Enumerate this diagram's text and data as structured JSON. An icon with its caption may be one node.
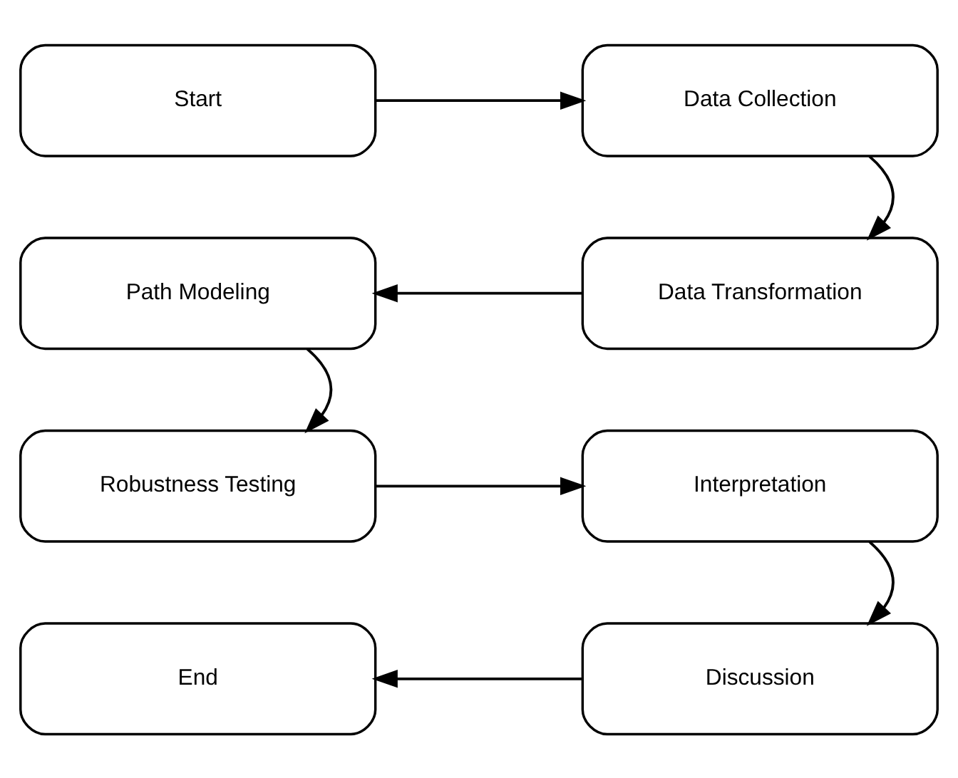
{
  "diagram": {
    "nodes": [
      {
        "text": [
          "Start"
        ]
      },
      {
        "text": [
          "Data Collection"
        ]
      },
      {
        "text": [
          "Data Transformation"
        ]
      },
      {
        "text": [
          "Path Modeling"
        ]
      },
      {
        "text": [
          "Robustness Testing"
        ]
      },
      {
        "text": [
          "Interpretation"
        ]
      },
      {
        "text": [
          "Discussion"
        ]
      },
      {
        "text": [
          "End"
        ]
      }
    ],
    "edges": [
      {
        "from": 0,
        "to": 1,
        "arrow": "to"
      },
      {
        "from": 1,
        "to": 2,
        "arrow": "to"
      },
      {
        "from": 2,
        "to": 3,
        "arrow": "to"
      },
      {
        "from": 3,
        "to": 4,
        "arrow": "to"
      },
      {
        "from": 4,
        "to": 5,
        "arrow": "to"
      },
      {
        "from": 5,
        "to": 6,
        "arrow": "to"
      },
      {
        "from": 6,
        "to": 7,
        "arrow": "to"
      }
    ]
  }
}
